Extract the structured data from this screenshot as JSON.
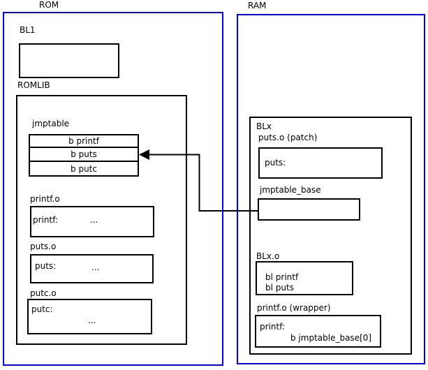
{
  "rom": {
    "title": "ROM",
    "bl1_label": "BL1",
    "romlib_label": "ROMLIB",
    "jmptable": {
      "label": "jmptable",
      "entries": [
        "b printf",
        "b puts",
        "b putc"
      ]
    },
    "printf_o": {
      "label": "printf.o",
      "symbol": "printf:",
      "body": "..."
    },
    "puts_o": {
      "label": "puts.o",
      "symbol": "puts:",
      "body": "..."
    },
    "putc_o": {
      "label": "putc.o",
      "symbol": "putc:",
      "body": "..."
    }
  },
  "ram": {
    "title": "RAM",
    "blx_label": "BLx",
    "puts_patch": {
      "label": "puts.o (patch)",
      "symbol": "puts:"
    },
    "jmptable_base": {
      "label": "jmptable_base"
    },
    "blx_o": {
      "label": "BLx.o",
      "line1": "bl printf",
      "line2": "bl puts"
    },
    "printf_wrapper": {
      "label": "printf.o (wrapper)",
      "symbol": "printf:",
      "instruction": "b jmptable_base[0]"
    }
  },
  "connections": {
    "arrow_description": "jmptable_base points to jmptable entry 'b puts'"
  },
  "colors": {
    "region_border": "#0000f0",
    "box_border": "#000000",
    "background": "#ffffff"
  }
}
